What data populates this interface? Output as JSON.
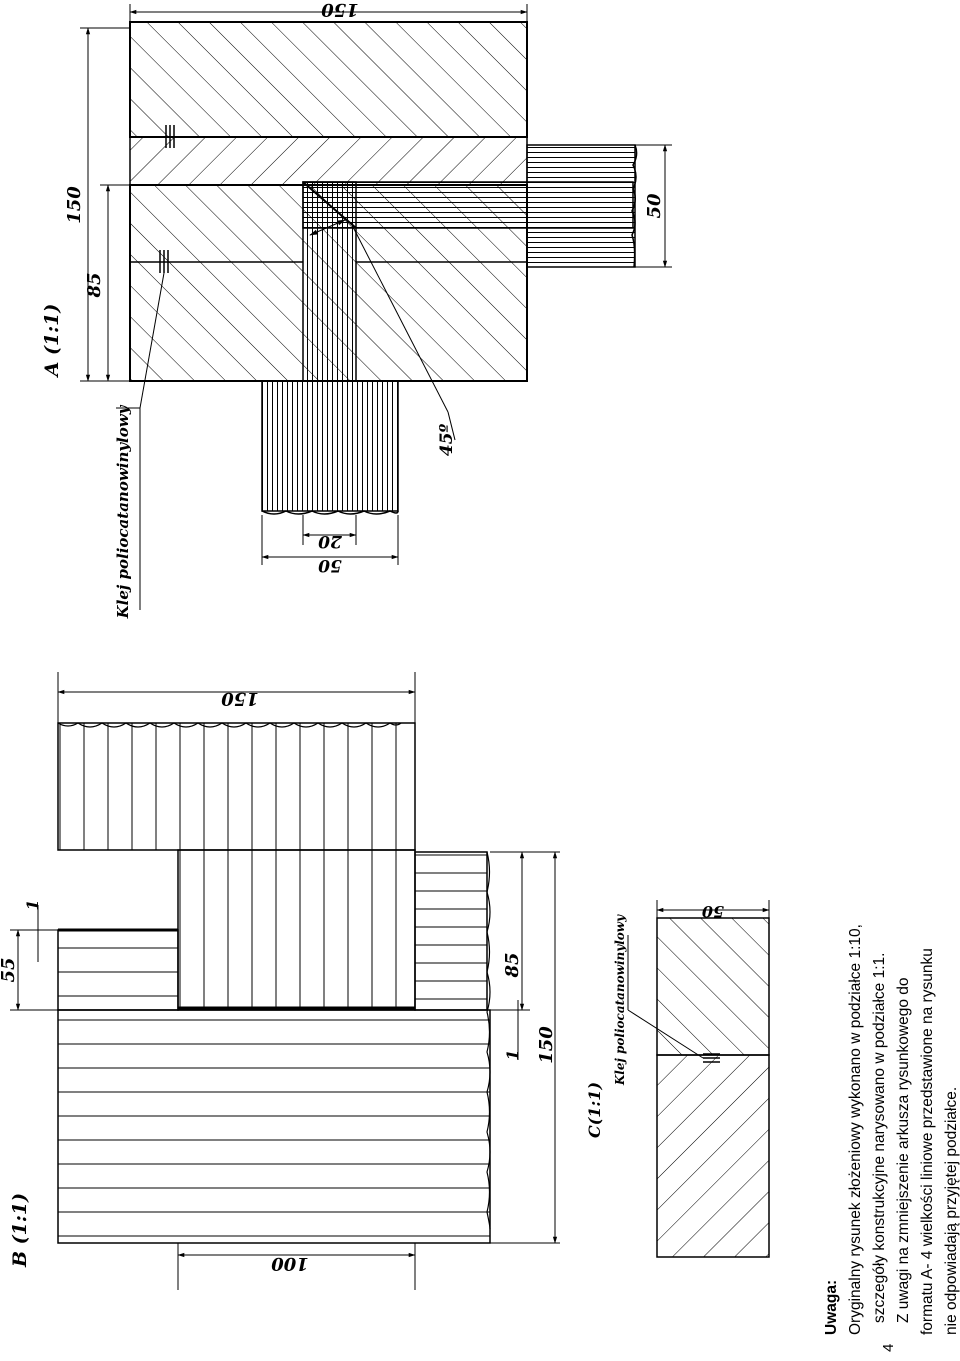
{
  "views": {
    "A": {
      "title": "A (1:1)",
      "glue_label": "Klej poliocatanowinylowy",
      "angle": "45º",
      "dims": {
        "overall": "150",
        "lower": "85",
        "width": "150",
        "board": "50",
        "tenon": "20",
        "stock": "50"
      }
    },
    "B": {
      "title": "B (1:1)",
      "dims": {
        "top": "55",
        "gap_top": "1",
        "right_85": "85",
        "gap_right": "1",
        "overall": "150",
        "width": "150",
        "base": "100"
      }
    },
    "C": {
      "title": "C(1:1)",
      "glue_label": "Klej poliocatanowinylowy",
      "dims": {
        "thickness": "50"
      }
    }
  },
  "note": {
    "title": "Uwaga:",
    "lines": [
      "Oryginalny rysunek złożeniowy wykonano w podziałce 1:10,",
      "szczegóły konstrukcyjne narysowano w podziałce 1:1.",
      "Z uwagi na zmniejszenie arkusza rysunkowego do",
      "formatu A- 4 wielkości liniowe przedstawione na rysunku",
      "nie odpowiadają przyjętej podziałce."
    ]
  },
  "page_number": "4"
}
